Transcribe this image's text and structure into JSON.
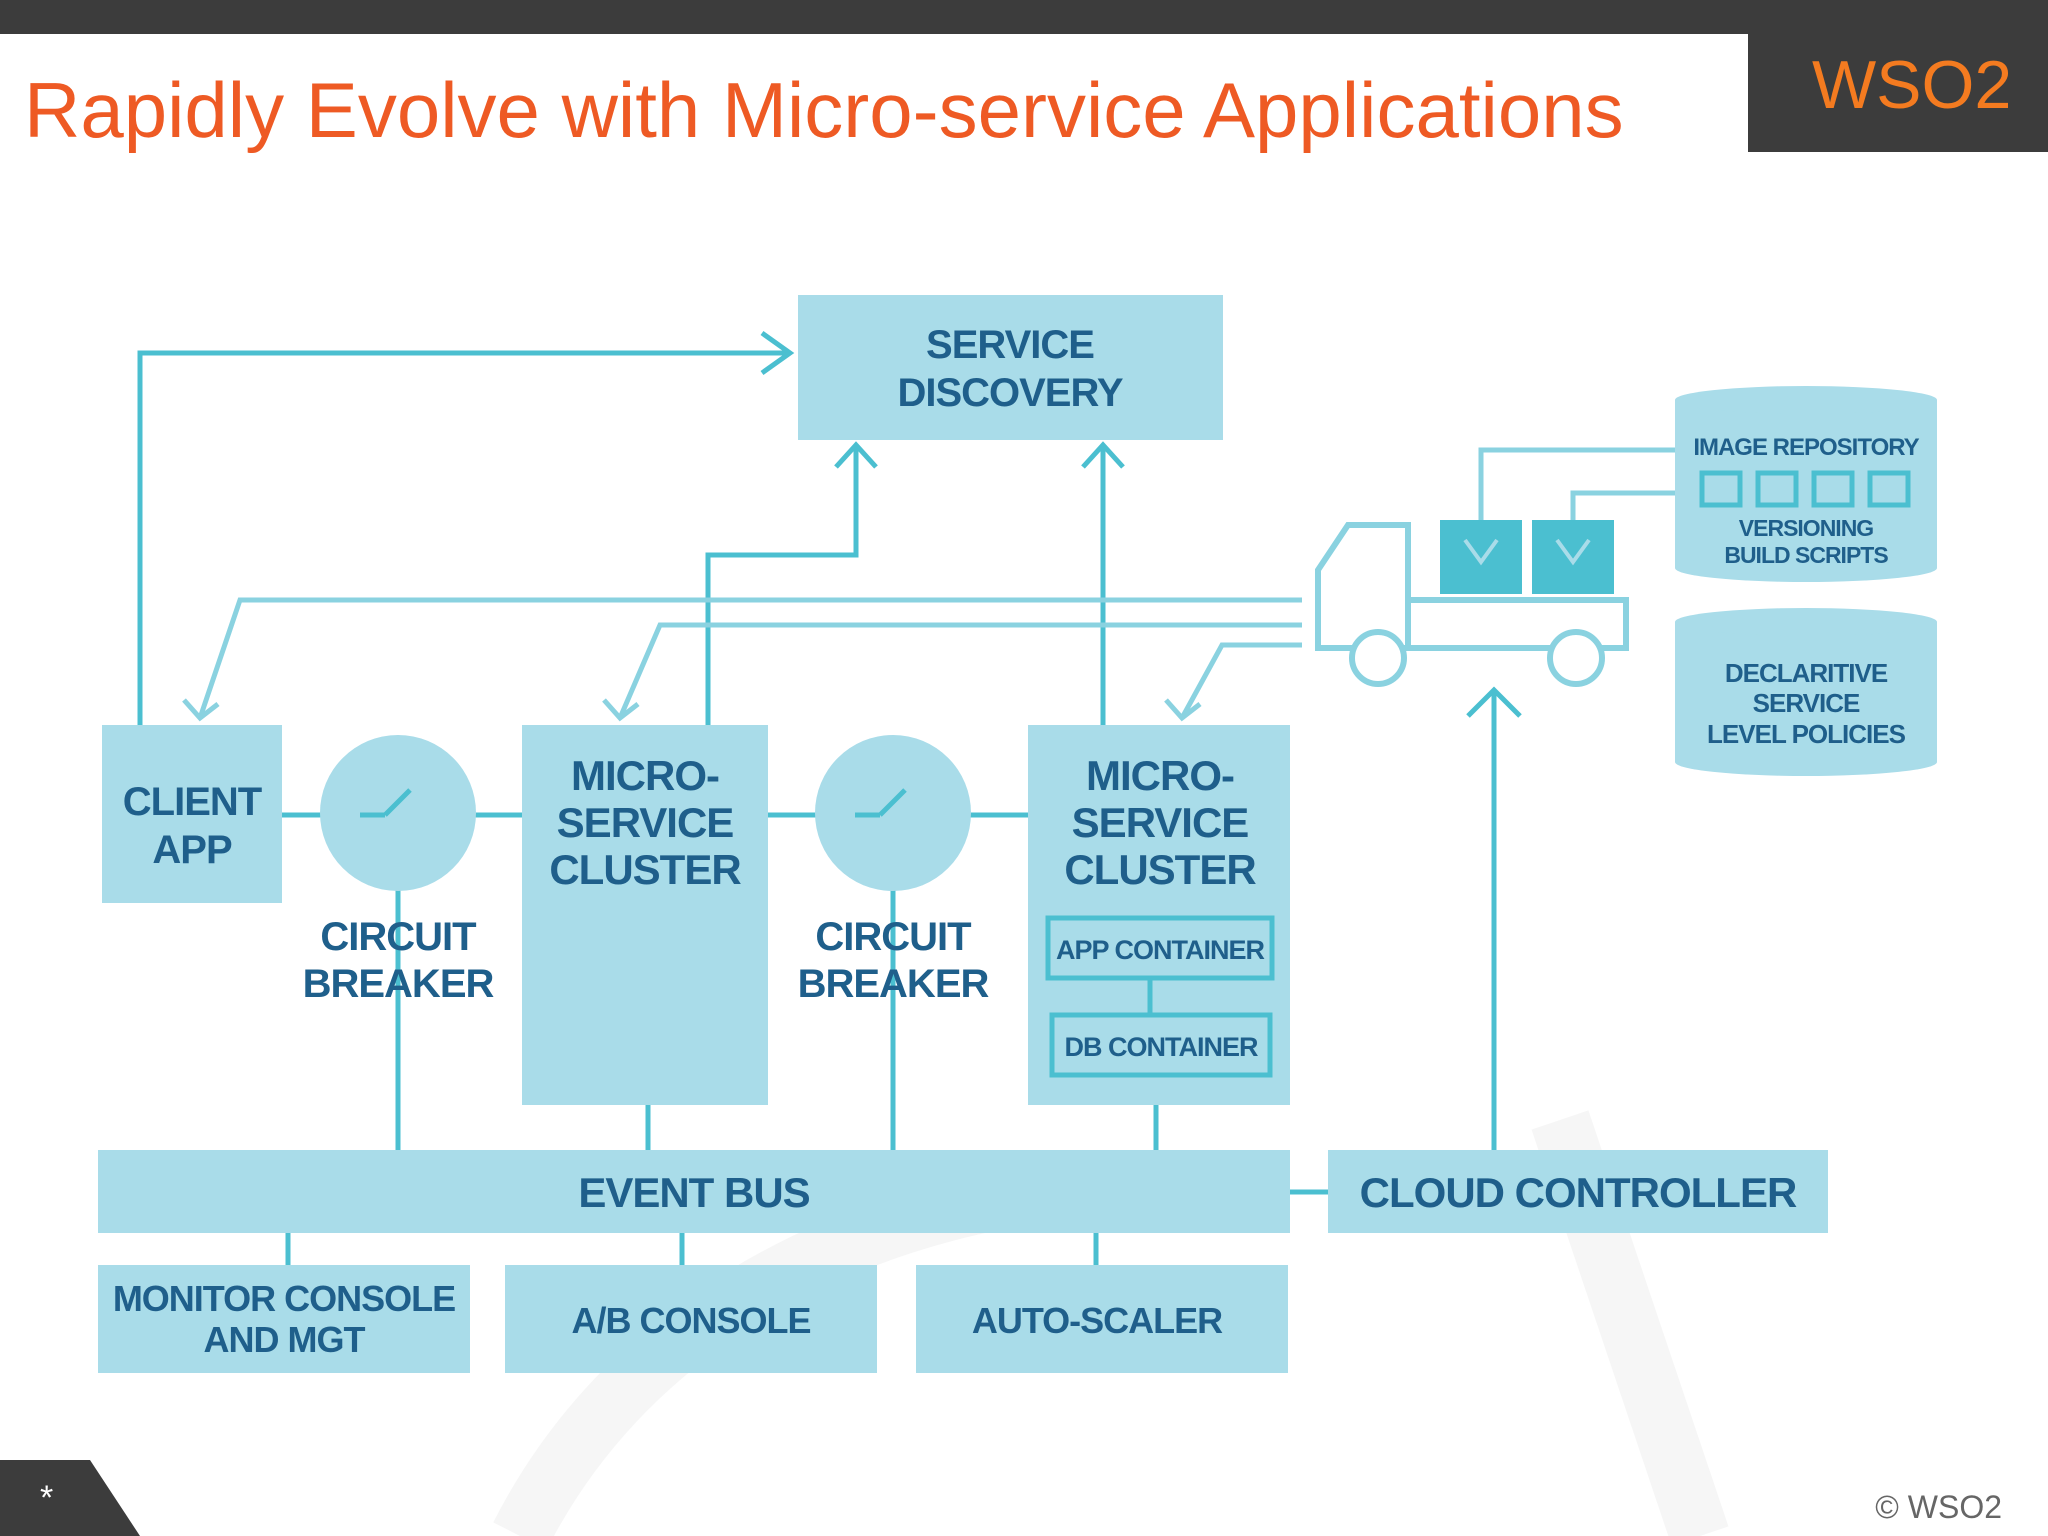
{
  "slide": {
    "title": "Rapidly Evolve with Micro-service Applications",
    "logo_text": "WSO2",
    "footer_left": "*",
    "footer_right": "© WSO2"
  },
  "colors": {
    "title": "#ee5a24",
    "box_fill": "#a9dce9",
    "box_text": "#1f5f8b",
    "connector": "#4bbfd0",
    "header_bar": "#3c3c3c"
  },
  "diagram": {
    "service_discovery": [
      "SERVICE",
      "DISCOVERY"
    ],
    "client_app": [
      "CLIENT",
      "APP"
    ],
    "circuit_breaker_1": [
      "CIRCUIT",
      "BREAKER"
    ],
    "circuit_breaker_2": [
      "CIRCUIT",
      "BREAKER"
    ],
    "microservice_cluster_1": [
      "MICRO-",
      "SERVICE",
      "CLUSTER"
    ],
    "microservice_cluster_2": [
      "MICRO-",
      "SERVICE",
      "CLUSTER"
    ],
    "app_container": "APP CONTAINER",
    "db_container": "DB CONTAINER",
    "event_bus": "EVENT BUS",
    "cloud_controller": "CLOUD CONTROLLER",
    "monitor_console": [
      "MONITOR CONSOLE",
      "AND MGT"
    ],
    "ab_console": "A/B CONSOLE",
    "auto_scaler": "AUTO-SCALER",
    "image_repository": {
      "title": "IMAGE REPOSITORY",
      "lines": [
        "VERSIONING",
        "BUILD SCRIPTS"
      ]
    },
    "policies": [
      "DECLARITIVE",
      "SERVICE",
      "LEVEL POLICIES"
    ]
  }
}
